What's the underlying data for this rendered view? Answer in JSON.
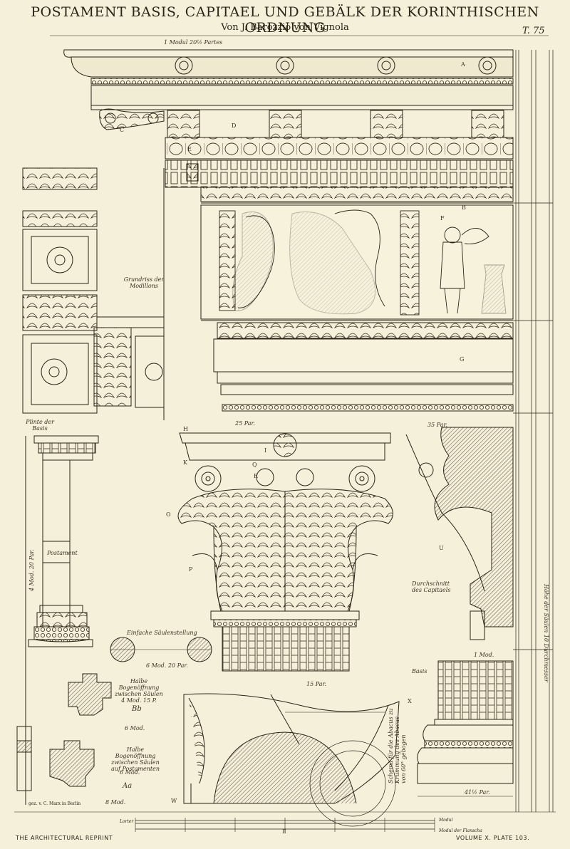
{
  "title": "POSTAMENT BASIS, CAPITAEL UND GEBÄLK DER KORINTHISCHEN ORDNUNG",
  "subtitle": "Von J. Barozzio von Vignola",
  "plate_id": "T. 75",
  "footer": {
    "left": "THE ARCHITECTURAL REPRINT",
    "right": "VOLUME X.   PLATE 103."
  },
  "printer": "gez. v. C. Marx in Berlin",
  "scale": {
    "left": "Lorter",
    "right1": "Modul",
    "right2": "Modul der Flanscha",
    "two": "II"
  },
  "letters": [
    "A",
    "B",
    "C",
    "D",
    "E",
    "F",
    "G",
    "H",
    "I",
    "K",
    "Q",
    "R",
    "O",
    "P",
    "U",
    "W",
    "X"
  ],
  "labels": {
    "top_modul": "1 Modul 20½ Partes",
    "grundriss": "Grundriss der Modillons",
    "plinte": "Plinte der Basis",
    "postament": "Postament",
    "durchschnitt": "Durchschnitt des Capitaels",
    "einfache": "Einfache Säulenstellung",
    "einfache_mod": "6 Mod. 20 Par.",
    "halbe1": "Halbe Bogenöffnung zwischen Säulen 4 Mod. 15 P.",
    "bb": "Bb",
    "halbe1_mod": "6 Mod.",
    "halbe2": "Halbe Bogenöffnung zwischen Säulen auf Postamenten",
    "halbe2_mod": "6 Mod.",
    "aa": "Aa",
    "aa_mod": "8 Mod.",
    "basis": "Basis",
    "basis_mod": "1 Mod.",
    "basis_par": "41½ Par.",
    "hoehe_saeulen": "Höhe der Säulen 10 Durchmesser",
    "schema": "Schema für die Abacus zu Krümmung des Abacus von 60° gebogen",
    "par_15": "15 Par.",
    "par_35": "35 Par.",
    "par_25": "25 Par.",
    "mod_4": "4 Mod. 20 Par."
  },
  "colors": {
    "paper": "#f4f0d9",
    "ink": "#2a2418",
    "shade": "#8b8478"
  }
}
